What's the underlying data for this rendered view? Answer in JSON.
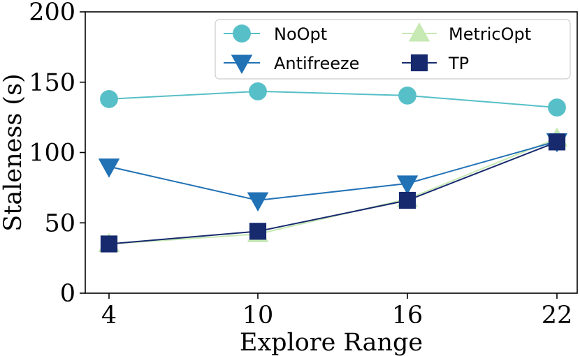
{
  "chart_data": {
    "type": "line",
    "title": "",
    "xlabel": "Explore Range",
    "ylabel": "Staleness (s)",
    "categories": [
      "4",
      "10",
      "16",
      "22"
    ],
    "ylim": [
      0,
      200
    ],
    "yticks": [
      0,
      50,
      100,
      150,
      200
    ],
    "grid": false,
    "legend_position": "top-right",
    "series": [
      {
        "name": "NoOpt",
        "color": "#57bfc7",
        "marker": "circle",
        "values": [
          138,
          143.5,
          140.5,
          132
        ]
      },
      {
        "name": "MetricOpt",
        "color": "#c7e9b4",
        "marker": "triangle-up",
        "values": [
          35,
          42,
          67,
          110
        ]
      },
      {
        "name": "Antifreeze",
        "color": "#2171b5",
        "marker": "triangle-down",
        "values": [
          90,
          66,
          78,
          108
        ]
      },
      {
        "name": "TP",
        "color": "#172a6e",
        "marker": "square",
        "values": [
          35,
          44,
          66,
          107.5
        ]
      }
    ]
  }
}
